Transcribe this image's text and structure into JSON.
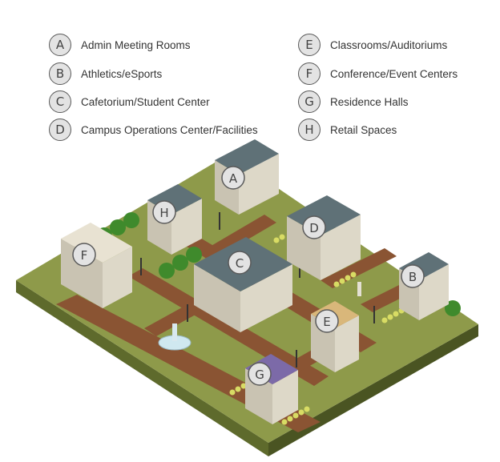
{
  "legend": {
    "A": {
      "letter": "A",
      "label": "Admin Meeting Rooms"
    },
    "B": {
      "letter": "B",
      "label": "Athletics/eSports"
    },
    "C": {
      "letter": "C",
      "label": "Cafetorium/Student Center"
    },
    "D": {
      "letter": "D",
      "label": "Campus Operations Center/Facilities"
    },
    "E": {
      "letter": "E",
      "label": "Classrooms/Auditoriums"
    },
    "F": {
      "letter": "F",
      "label": "Conference/Event Centers"
    },
    "G": {
      "letter": "G",
      "label": "Residence Halls"
    },
    "H": {
      "letter": "H",
      "label": "Retail Spaces"
    }
  },
  "colors": {
    "grass": "#8e9a4a",
    "grass_dark": "#6f7a36",
    "edge_left": "#5e6a2c",
    "edge_right": "#4a5422",
    "path": "#8a5433",
    "building_wall": "#ddd8c8",
    "roof": "#5f7177",
    "roof_g": "#7c6aa8",
    "tree": "#3f8a2c",
    "hedge": "#d8dc64"
  }
}
